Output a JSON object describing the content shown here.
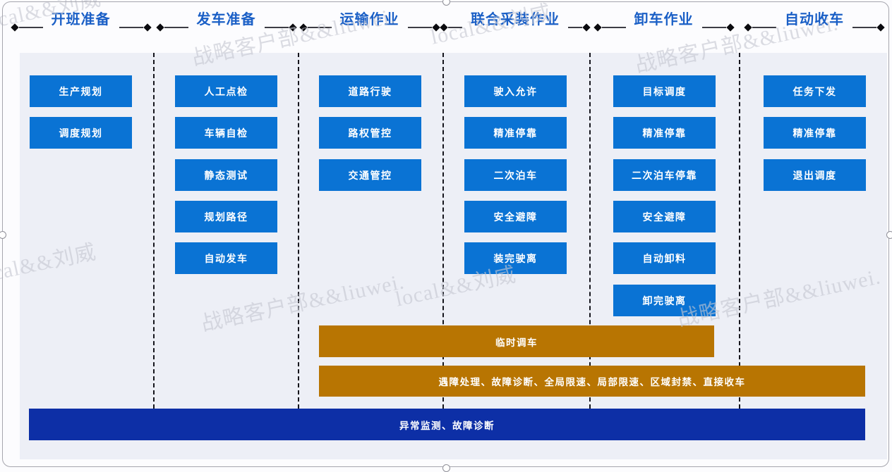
{
  "colors": {
    "task_blue": "#0A73D4",
    "gold": "#B87502",
    "dark_blue": "#0D2FA6",
    "panel_bg": "#EDEFF6",
    "header_text": "#1A5FC6",
    "watermark": "#C6C8D2"
  },
  "stages": [
    {
      "label": "开班准备",
      "tasks": [
        "生产规划",
        "调度规划"
      ]
    },
    {
      "label": "发车准备",
      "tasks": [
        "人工点检",
        "车辆自检",
        "静态测试",
        "规划路径",
        "自动发车"
      ]
    },
    {
      "label": "运输作业",
      "tasks": [
        "道路行驶",
        "路权管控",
        "交通管控"
      ]
    },
    {
      "label": "联合采装作业",
      "tasks": [
        "驶入允许",
        "精准停靠",
        "二次泊车",
        "安全避障",
        "装完驶离"
      ]
    },
    {
      "label": "卸车作业",
      "tasks": [
        "目标调度",
        "精准停靠",
        "二次泊车停靠",
        "安全避障",
        "自动卸料",
        "卸完驶离"
      ]
    },
    {
      "label": "自动收车",
      "tasks": [
        "任务下发",
        "精准停靠",
        "退出调度"
      ]
    }
  ],
  "overlay_bars": [
    {
      "id": "temp-dispatch-bar",
      "label": "临时调车",
      "style": "gold"
    },
    {
      "id": "exception-handling-bar",
      "label": "遇障处理、故障诊断、全局限速、局部限速、区域封禁、直接收车",
      "style": "gold"
    },
    {
      "id": "monitoring-bar",
      "label": "异常监测、故障诊断",
      "style": "dark"
    }
  ],
  "watermarks": {
    "texts": [
      "local&&刘威",
      "战略客户部&&liuwei."
    ]
  }
}
